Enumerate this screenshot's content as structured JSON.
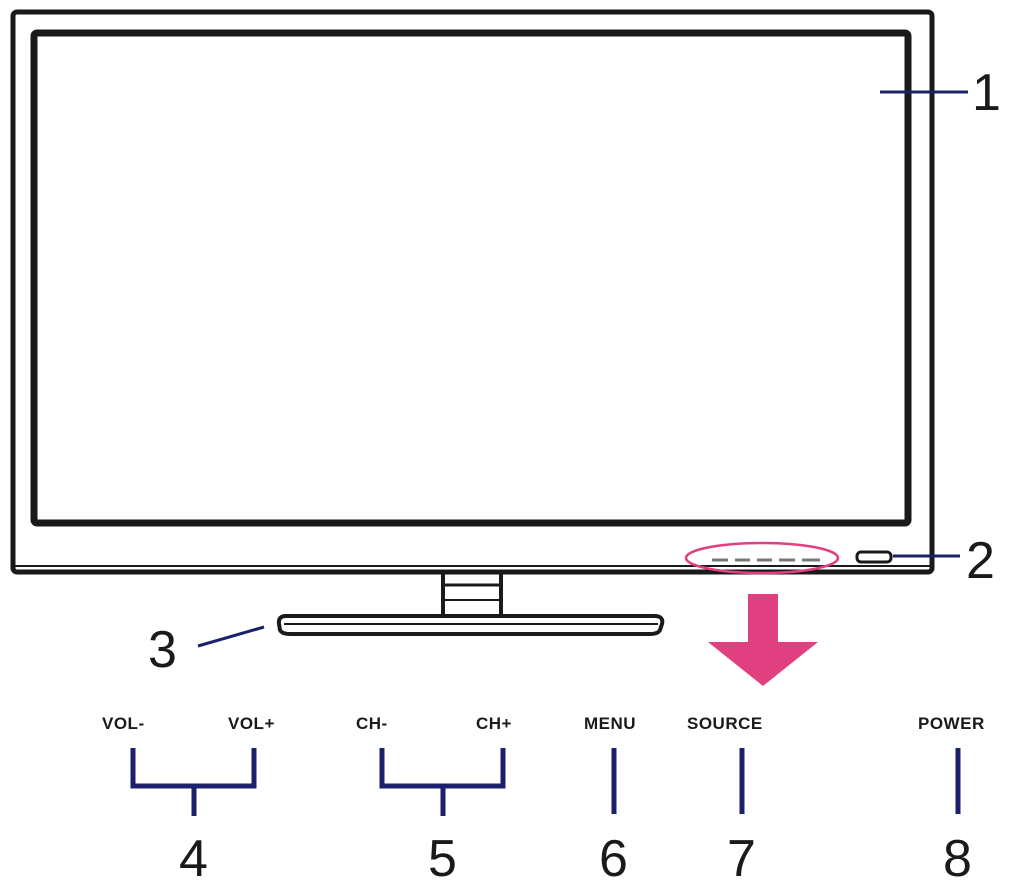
{
  "callouts": {
    "screen": "1",
    "power_indicator": "2",
    "stand": "3",
    "volume_buttons": "4",
    "channel_buttons": "5",
    "menu_button": "6",
    "source_button": "7",
    "power_button": "8"
  },
  "buttons": {
    "vol_minus": "VOL-",
    "vol_plus": "VOL+",
    "ch_minus": "CH-",
    "ch_plus": "CH+",
    "menu": "MENU",
    "source": "SOURCE",
    "power": "POWER"
  },
  "colors": {
    "outline": "#1a1a1a",
    "leader": "#1c1f6b",
    "highlight": "#e0407f",
    "background": "#ffffff"
  }
}
